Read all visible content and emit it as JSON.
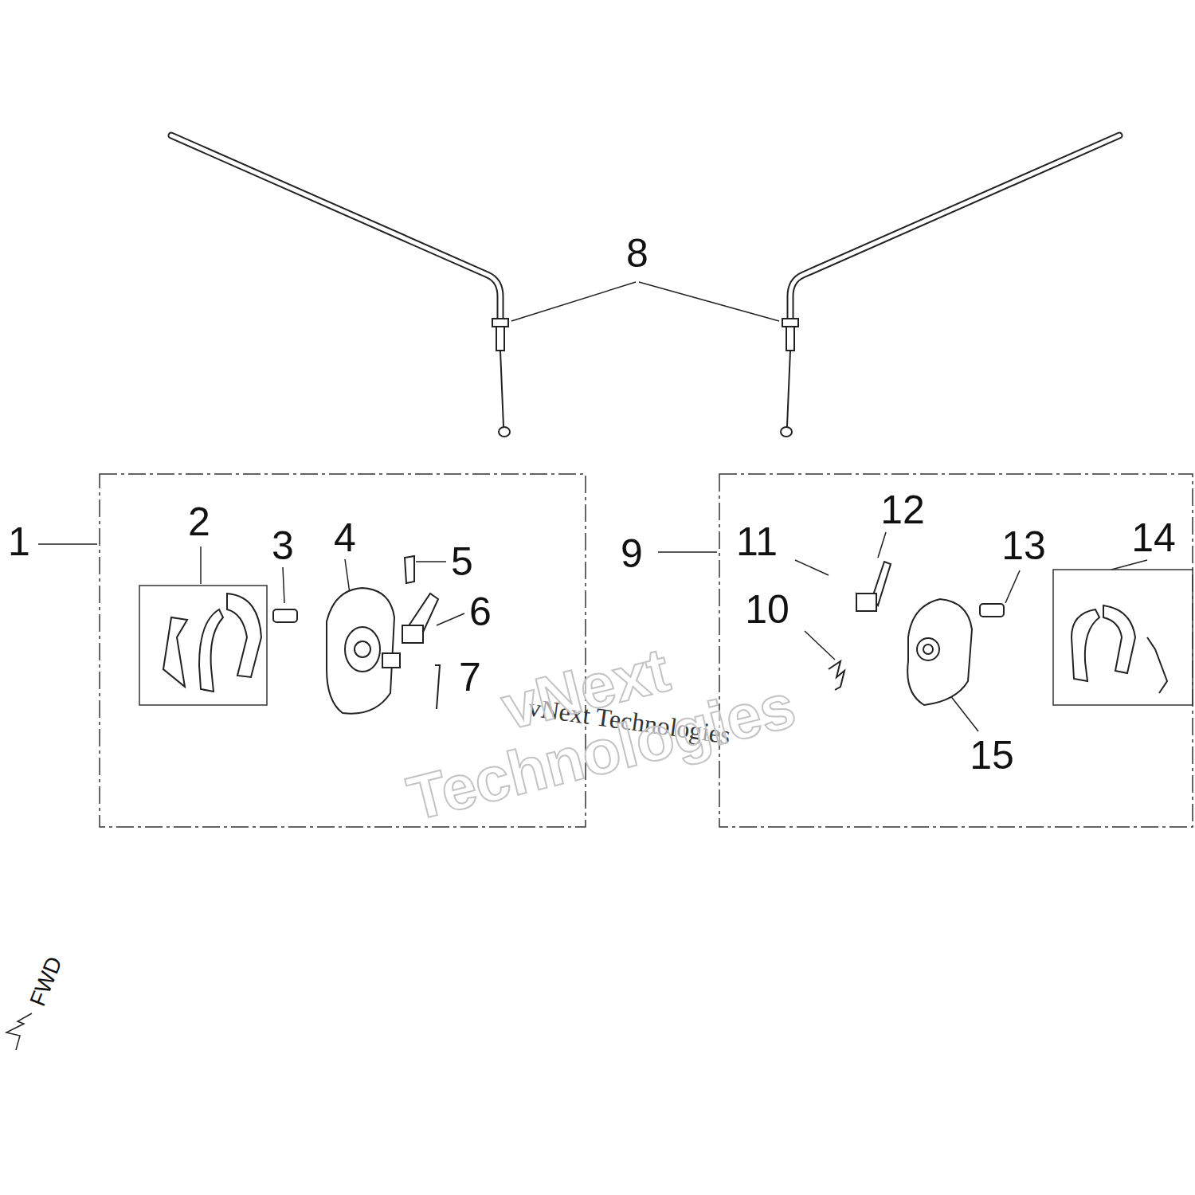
{
  "diagram": {
    "labels": [
      "1",
      "2",
      "3",
      "4",
      "5",
      "6",
      "7",
      "8",
      "9",
      "10",
      "11",
      "12",
      "13",
      "14",
      "15",
      "FWD",
      "vNext Technologies",
      "vNext Technologies"
    ]
  }
}
